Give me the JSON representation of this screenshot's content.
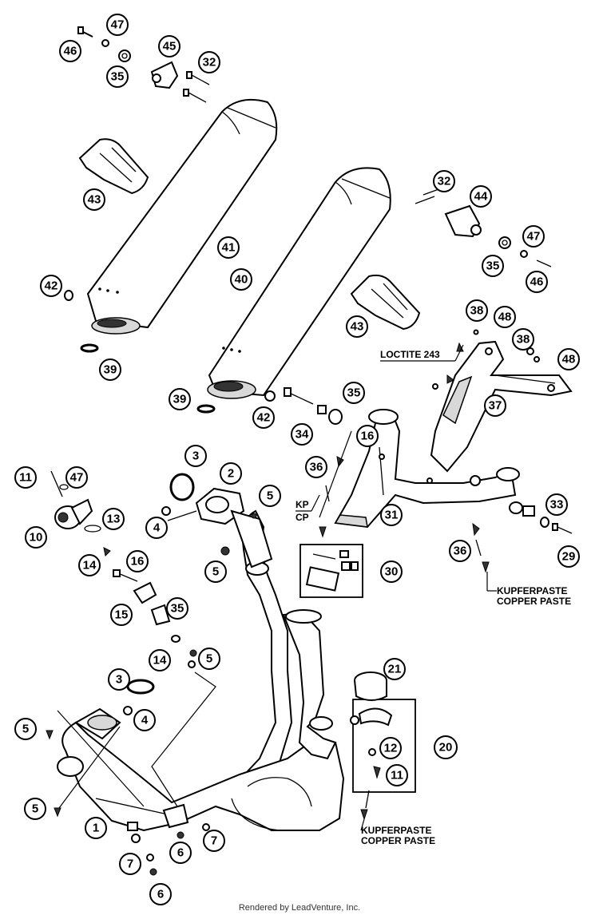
{
  "notes": {
    "loctite": "LOCTITE 243",
    "kp": "KP",
    "cp": "CP",
    "kupfer_right_1": "KUPFERPASTE",
    "kupfer_right_2": "COPPER PASTE",
    "kupfer_mid_1": "KUPFERPASTE",
    "kupfer_mid_2": "COPPER PASTE"
  },
  "footer": "Rendered by LeadVenture, Inc.",
  "callouts": [
    "47",
    "46",
    "35",
    "45",
    "32",
    "43",
    "41",
    "40",
    "42",
    "39",
    "32",
    "44",
    "47",
    "35",
    "46",
    "43",
    "38",
    "48",
    "38",
    "48",
    "37",
    "39",
    "42",
    "35",
    "34",
    "16",
    "36",
    "31",
    "33",
    "36",
    "29",
    "30",
    "11",
    "47",
    "3",
    "2",
    "5",
    "4",
    "10",
    "13",
    "5",
    "14",
    "16",
    "15",
    "35",
    "14",
    "5",
    "21",
    "3",
    "4",
    "5",
    "20",
    "12",
    "11",
    "5",
    "1",
    "7",
    "6",
    "7",
    "6"
  ]
}
